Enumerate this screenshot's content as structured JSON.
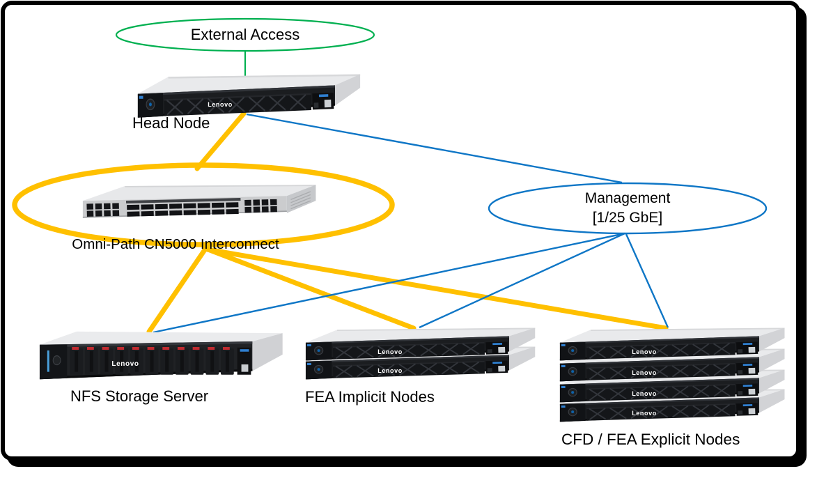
{
  "diagram": {
    "brand": "Lenovo",
    "colors": {
      "external_access": "#00B050",
      "omni_path": "#FFC000",
      "management": "#0e76c6",
      "text": "#000000",
      "background": "#FFFFFF",
      "frame": "#000000"
    },
    "nodes": {
      "external_access": {
        "label": "External Access",
        "shape": "ellipse"
      },
      "head_node": {
        "label": "Head Node",
        "device": "1U rack server",
        "count": 1
      },
      "interconnect": {
        "label": "Omni-Path CN5000 Interconnect",
        "device": "1U switch",
        "count": 1,
        "shape": "ellipse-highlight"
      },
      "management": {
        "label_line1": "Management",
        "label_line2": "[1/25 GbE]",
        "shape": "ellipse"
      },
      "nfs_storage": {
        "label": "NFS Storage Server",
        "device": "2U storage server",
        "count": 1
      },
      "fea_implicit": {
        "label": "FEA Implicit Nodes",
        "device": "1U rack server",
        "count": 2
      },
      "cfd_fea_explicit": {
        "label": "CFD / FEA Explicit Nodes",
        "device": "1U rack server",
        "count": 4
      }
    },
    "links": [
      {
        "from": "External Access",
        "to": "Head Node",
        "network": "external"
      },
      {
        "from": "Head Node",
        "to": "Omni-Path CN5000 Interconnect",
        "network": "omni-path"
      },
      {
        "from": "Omni-Path CN5000 Interconnect",
        "to": "NFS Storage Server",
        "network": "omni-path"
      },
      {
        "from": "Omni-Path CN5000 Interconnect",
        "to": "FEA Implicit Nodes",
        "network": "omni-path"
      },
      {
        "from": "Omni-Path CN5000 Interconnect",
        "to": "CFD / FEA Explicit Nodes",
        "network": "omni-path"
      },
      {
        "from": "Management [1/25 GbE]",
        "to": "Head Node",
        "network": "management"
      },
      {
        "from": "Management [1/25 GbE]",
        "to": "NFS Storage Server",
        "network": "management"
      },
      {
        "from": "Management [1/25 GbE]",
        "to": "FEA Implicit Nodes",
        "network": "management"
      },
      {
        "from": "Management [1/25 GbE]",
        "to": "CFD / FEA Explicit Nodes",
        "network": "management"
      }
    ]
  }
}
